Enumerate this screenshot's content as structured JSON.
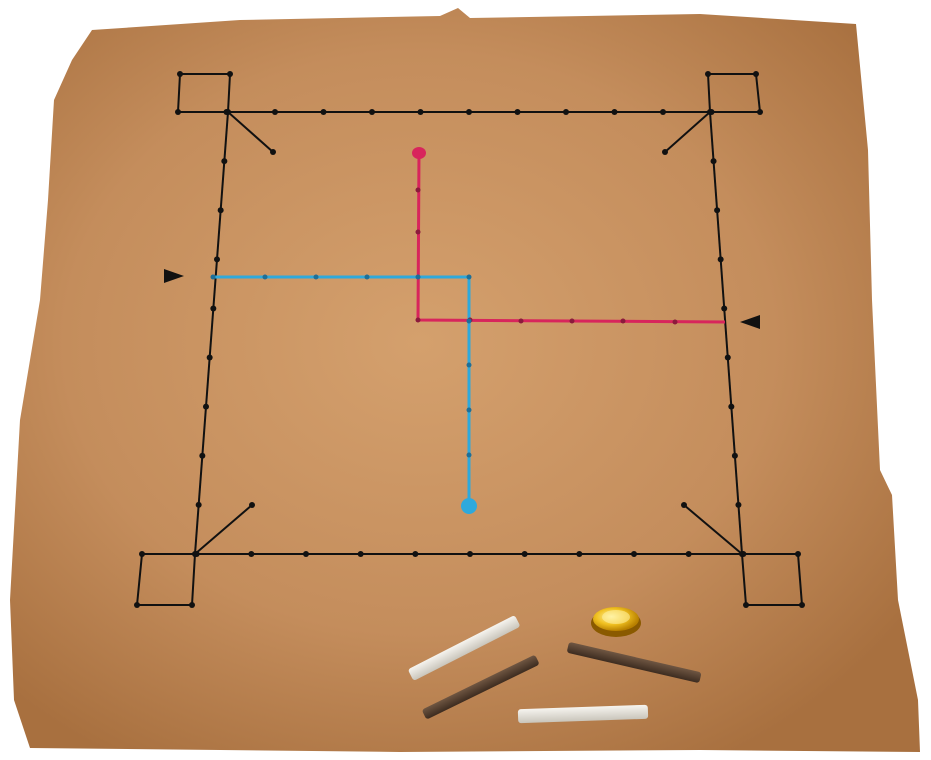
{
  "board": {
    "parchment_color": "#c99463",
    "line_color": "#111111"
  },
  "players": [
    {
      "name_key": "red",
      "color": "#d8255c",
      "moves": 6
    },
    {
      "name_key": "blue",
      "color": "#2ea9dc",
      "moves": 6
    }
  ],
  "turn_markers": [
    {
      "side": "left",
      "icon": "arrow-right-icon"
    },
    {
      "side": "right",
      "icon": "arrow-left-icon"
    }
  ],
  "pieces": [
    {
      "kind": "chalk-stick",
      "color": "#e6e3dc"
    },
    {
      "kind": "wooden-stick",
      "color": "#5a4332"
    },
    {
      "kind": "wooden-stick",
      "color": "#5a4332"
    },
    {
      "kind": "chalk-stick",
      "color": "#e6e3dc"
    },
    {
      "kind": "gold-coin",
      "color": "#e8b20c"
    }
  ]
}
